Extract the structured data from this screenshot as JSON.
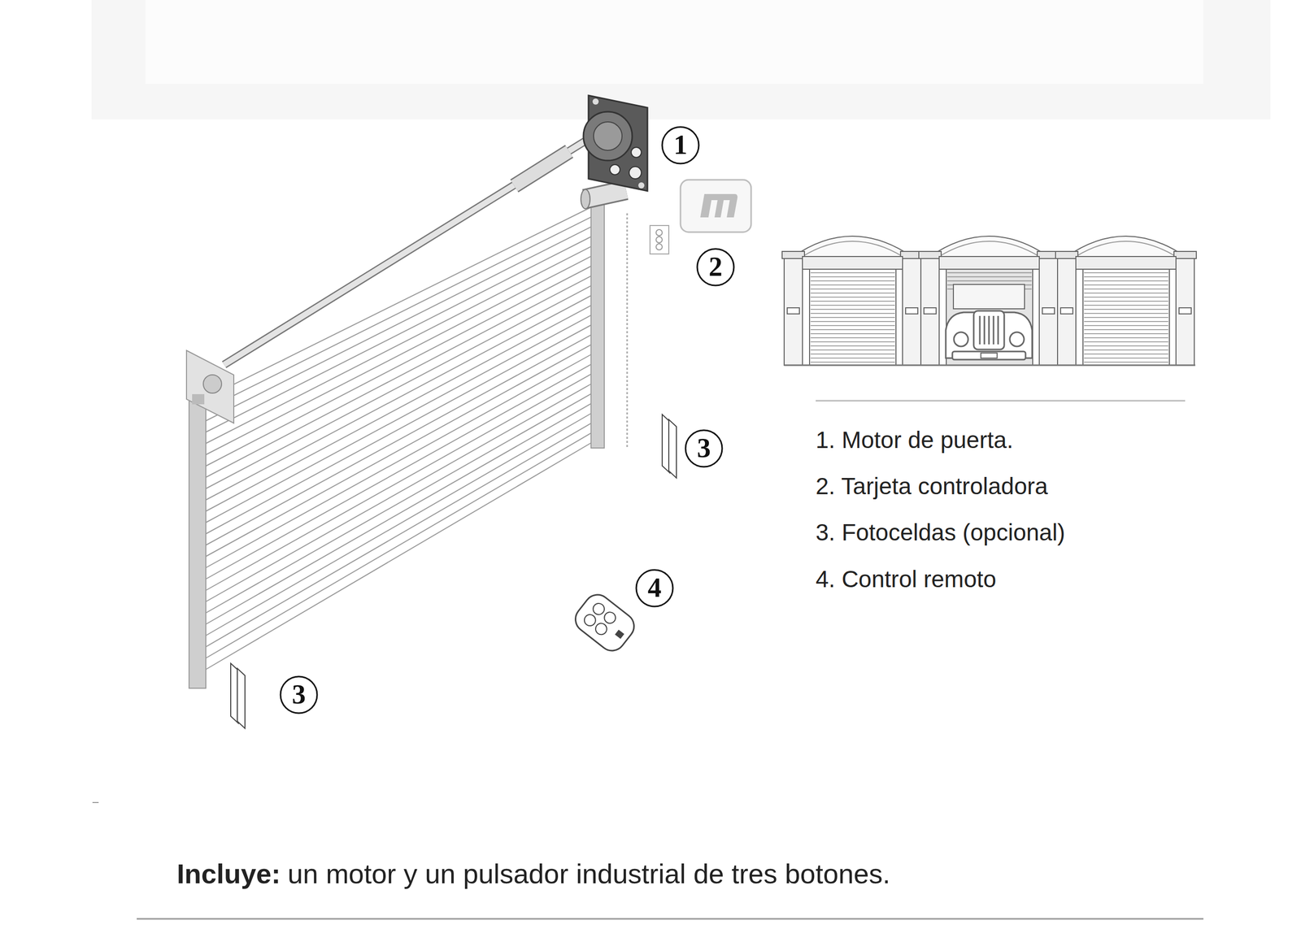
{
  "diagram": {
    "labels": [
      "1",
      "2",
      "3",
      "3",
      "4",
      "1. Motor de puerta.",
      "2. Tarjeta controladora",
      "3. Fotoceldas (opcional)",
      "4. Control remoto",
      "Incluye:",
      "un motor y un pulsador industrial de tres botones."
    ]
  }
}
